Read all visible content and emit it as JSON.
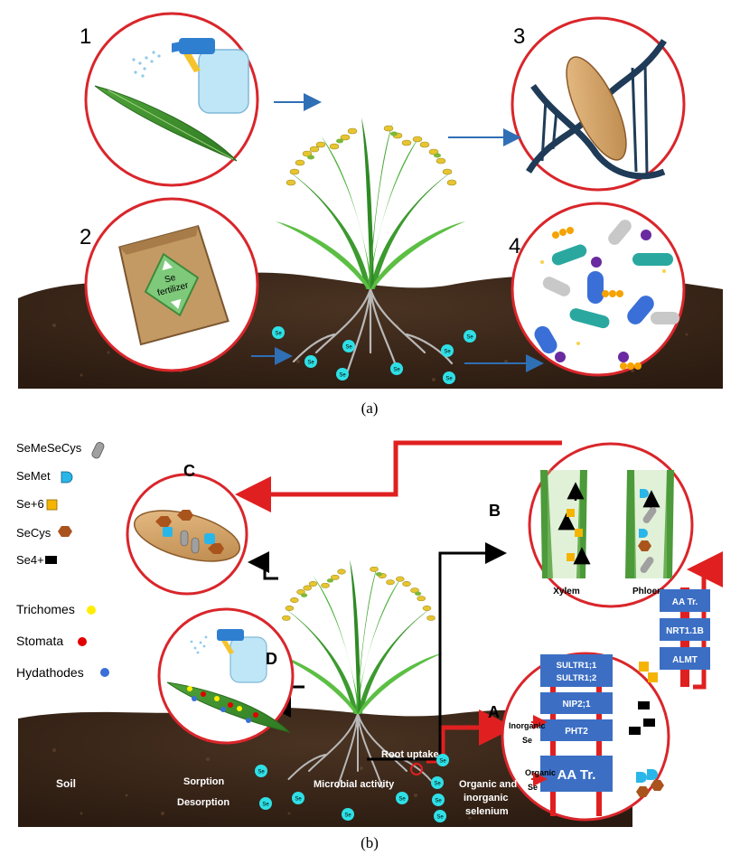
{
  "panel_a": {
    "caption": "(a)",
    "numbers": [
      "1",
      "2",
      "3",
      "4"
    ],
    "fertilizer_text": [
      "Se",
      "fertilizer"
    ],
    "se_ion": "Se"
  },
  "panel_b": {
    "caption": "(b)",
    "legend": [
      {
        "label": "SeMeSeCys",
        "color": "#a0a0a0",
        "shape": "capsule"
      },
      {
        "label": "SeMet",
        "color": "#29b6e8",
        "shape": "d-shape"
      },
      {
        "label": "Se+6",
        "color": "#f5b400",
        "shape": "square"
      },
      {
        "label": "SeCys",
        "color": "#a9541c",
        "shape": "hexagon"
      },
      {
        "label": "Se4+",
        "color": "#000000",
        "shape": "rectangle"
      }
    ],
    "legend2": [
      {
        "label": "Trichomes",
        "color": "#ffee00"
      },
      {
        "label": "Stomata",
        "color": "#e00000"
      },
      {
        "label": "Hydathodes",
        "color": "#3a6fd8"
      }
    ],
    "letters": [
      "A",
      "B",
      "C",
      "D"
    ],
    "xylem": "Xylem",
    "phloem": "Phloem",
    "transporters_side": [
      "AA Tr.",
      "NRT1.1B",
      "ALMT"
    ],
    "root_boxes": {
      "sultr": [
        "SULTR1;1",
        "SULTR1;2"
      ],
      "nip": "NIP2;1",
      "pht": "PHT2",
      "aatr": "AA Tr."
    },
    "inorganic_se": [
      "Inorganic",
      "Se"
    ],
    "organic_se": [
      "Organic",
      "Se"
    ],
    "soil_labels": {
      "soil": "Soil",
      "sorption": "Sorption",
      "desorption": "Desorption",
      "microbial": "Microbial activity",
      "root_uptake": "Root uptake",
      "organic_inorganic": [
        "Organic and",
        "inorganic",
        "selenium"
      ]
    },
    "se_ion": "Se"
  },
  "colors": {
    "circle_border": "#d9262b",
    "soil": "#3d2a1c",
    "arrow_blue": "#2f6fb5",
    "arrow_red": "#e02020",
    "box_blue": "#3c6fc4",
    "se_ion": "#2ee0e6"
  }
}
